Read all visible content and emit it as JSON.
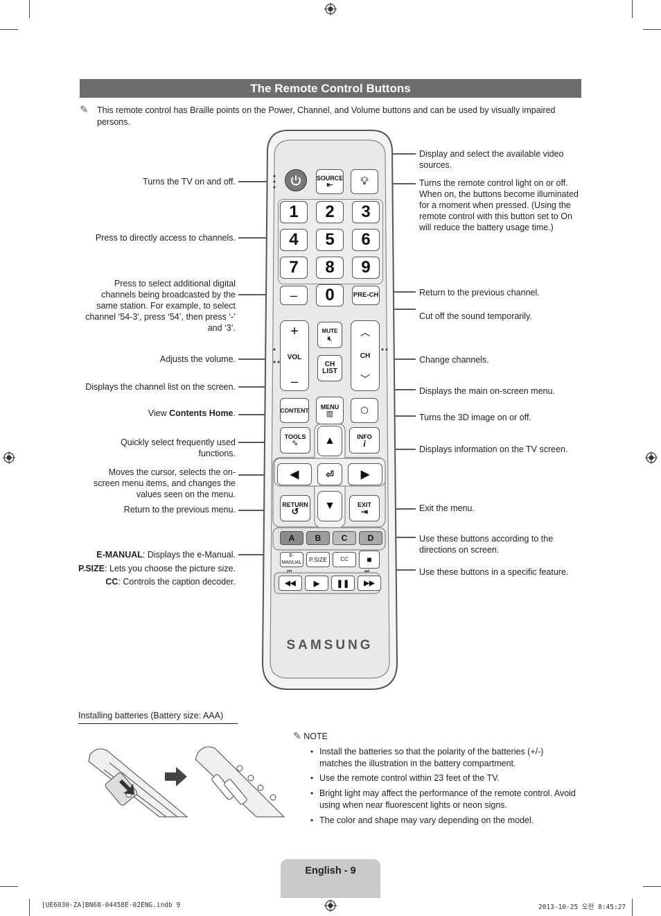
{
  "title": "The Remote Control Buttons",
  "intro": "This remote control has Braille points on the Power, Channel, and Volume buttons and can be used by visually impaired persons.",
  "left_labels": [
    "Turns the TV on and off.",
    "Press to directly access to channels.",
    "Press to select additional digital channels being broadcasted by the same station. For example, to select channel ‘54-3’, press ‘54’, then press ‘-’ and ‘3’.",
    "Adjusts the volume.",
    "Displays the channel list on the screen.",
    "Quickly select frequently used functions.",
    "Moves the cursor, selects the on-screen menu items, and changes the values seen on the menu.",
    "Return to the previous menu."
  ],
  "contents_label": {
    "prefix": "View ",
    "bold": "Contents Home",
    "suffix": "."
  },
  "emanual_lines": [
    {
      "key": "E-MANUAL",
      "text": ": Displays the e-Manual."
    },
    {
      "key": "P.SIZE",
      "text": ": Lets you choose the picture size."
    },
    {
      "key": "CC",
      "text": ": Controls the caption decoder."
    }
  ],
  "right_labels": [
    "Display and select the available video sources.",
    "Turns the remote control light on or off. When on, the buttons become illuminated for a moment when pressed. (Using the remote control with this button set to On will reduce the battery usage time.)",
    "Return to the previous channel.",
    "Cut off the sound temporarily.",
    "Change channels.",
    "Displays the main on-screen menu.",
    "Turns the 3D image on or off.",
    "Displays information on the TV screen.",
    "Exit the menu.",
    "Use these buttons according to the directions on screen.",
    "Use these buttons in a specific feature."
  ],
  "remote": {
    "source": "SOURCE",
    "digits": [
      "1",
      "2",
      "3",
      "4",
      "5",
      "6",
      "7",
      "8",
      "9",
      "0"
    ],
    "dash": "–",
    "prech": "PRE-CH",
    "mute": "MUTE",
    "vol": "VOL",
    "ch": "CH",
    "chlist_1": "CH",
    "chlist_2": "LIST",
    "content": "CONTENT",
    "menu": "MENU",
    "tools": "TOOLS",
    "info": "INFO",
    "return": "RETURN",
    "exit": "EXIT",
    "colors": [
      "A",
      "B",
      "C",
      "D"
    ],
    "emanual": "E-MANUAL",
    "psize": "P.SIZE",
    "cc": "CC",
    "brand": "SAMSUNG"
  },
  "batteries_heading": "Installing batteries (Battery size: AAA)",
  "note_heading": "NOTE",
  "notes": [
    "Install the batteries so that the polarity of the batteries (+/-) matches the illustration in the battery compartment.",
    "Use the remote control within 23 feet of the TV.",
    "Bright light may affect the performance of the remote control. Avoid using when near fluorescent lights or neon signs.",
    "The color and shape may vary depending on the model."
  ],
  "footer": "English - 9",
  "print_left": "[UE6030-ZA]BN68-04458E-02ENG.indb   9",
  "print_right": "2013-10-25   오전 8:45:27"
}
